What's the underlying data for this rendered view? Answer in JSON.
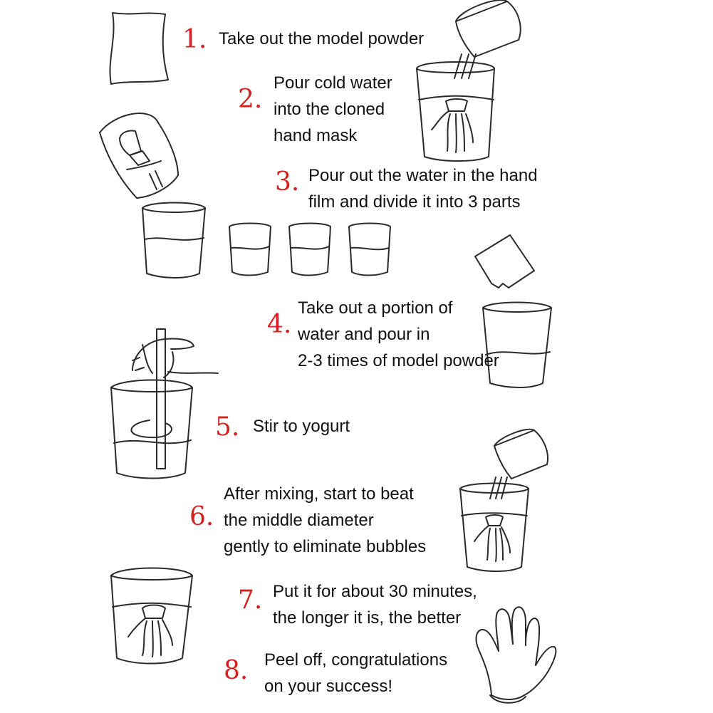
{
  "steps": [
    {
      "number": "1.",
      "lines": [
        "Take out the model powder"
      ]
    },
    {
      "number": "2.",
      "lines": [
        "Pour cold water",
        "into the cloned",
        "hand mask"
      ]
    },
    {
      "number": "3.",
      "lines": [
        "Pour out the water in the hand",
        "film and divide it into 3 parts"
      ]
    },
    {
      "number": "4.",
      "lines": [
        "Take out a portion of",
        "water and pour in",
        "2-3 times of model powder"
      ]
    },
    {
      "number": "5.",
      "lines": [
        "Stir to yogurt"
      ]
    },
    {
      "number": "6.",
      "lines": [
        "After mixing, start to beat",
        "the middle diameter",
        "gently to eliminate bubbles"
      ]
    },
    {
      "number": "7.",
      "lines": [
        "Put it for about 30 minutes,",
        "the longer it is, the better"
      ]
    },
    {
      "number": "8.",
      "lines": [
        "Peel off, congratulations",
        "on your success!"
      ]
    }
  ],
  "colors": {
    "number": "#d42020",
    "text": "#111111",
    "line_art": "#2a2a2a"
  },
  "icons": [
    "powder-bag-icon",
    "powder-cup-icon",
    "water-cup-hand-mask-icon",
    "tilted-bucket-icon",
    "large-water-cup-icon",
    "small-water-cup-icon",
    "powder-sachet-icon",
    "hand-stirring-icon",
    "open-hand-icon"
  ]
}
